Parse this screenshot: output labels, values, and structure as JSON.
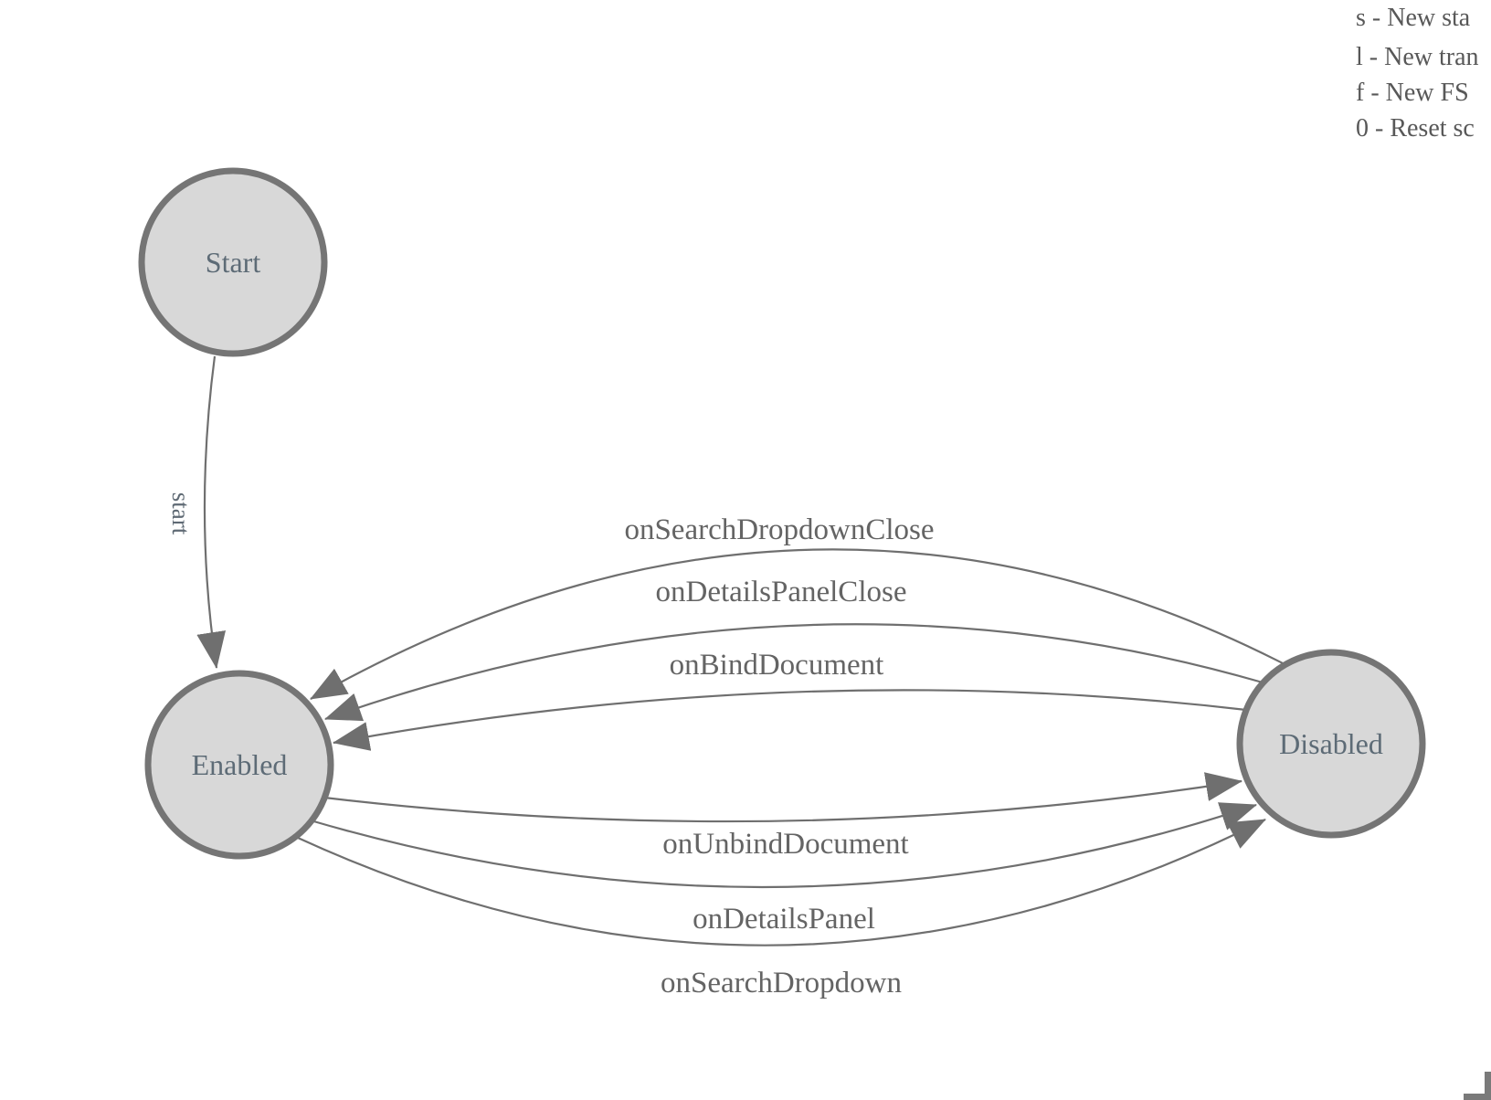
{
  "legend": {
    "lines": [
      "s - New sta",
      "l - New tran",
      "f - New FS",
      "0 - Reset sc"
    ]
  },
  "fsm": {
    "states": [
      {
        "id": "start",
        "label": "Start"
      },
      {
        "id": "enabled",
        "label": "Enabled"
      },
      {
        "id": "disabled",
        "label": "Disabled"
      }
    ],
    "transitions": [
      {
        "label": "start",
        "from": "Start",
        "to": "Enabled"
      },
      {
        "label": "onSearchDropdownClose",
        "from": "Disabled",
        "to": "Enabled"
      },
      {
        "label": "onDetailsPanelClose",
        "from": "Disabled",
        "to": "Enabled"
      },
      {
        "label": "onBindDocument",
        "from": "Disabled",
        "to": "Enabled"
      },
      {
        "label": "onUnbindDocument",
        "from": "Enabled",
        "to": "Disabled"
      },
      {
        "label": "onDetailsPanel",
        "from": "Enabled",
        "to": "Disabled"
      },
      {
        "label": "onSearchDropdown",
        "from": "Enabled",
        "to": "Disabled"
      }
    ],
    "colors": {
      "state_fill": "#d8d8d8",
      "state_stroke": "#757575",
      "edge": "#6f6f6f",
      "arrowhead": "#6f6f6f",
      "edge_label_text": "#646464",
      "state_label_text": "#5d6b76",
      "legend_text": "#585858",
      "background": "#ffffff"
    }
  }
}
